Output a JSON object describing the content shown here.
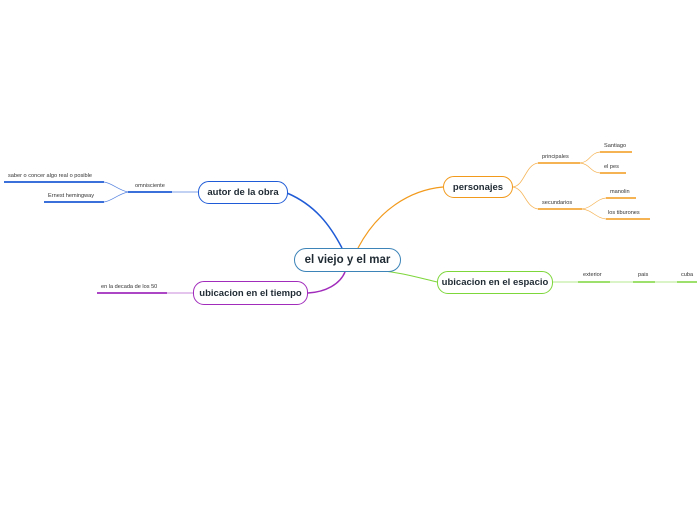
{
  "central": {
    "label": "el viejo y el mar",
    "color": "#3d84b8"
  },
  "topics": {
    "autor": {
      "label": "autor de la obra",
      "color": "#1f5bd6",
      "sub": "omnisciente",
      "leaves": [
        "saber o concer algo real o posible",
        "Ernest  hemingway"
      ]
    },
    "tiempo": {
      "label": "ubicacion en el tiempo",
      "color": "#a12bbb",
      "leaves": [
        "en la decada de los 50"
      ]
    },
    "personajes": {
      "label": "personajes",
      "color": "#f29a1c",
      "groups": [
        {
          "label": "principales",
          "items": [
            "Santiago",
            "el pes"
          ]
        },
        {
          "label": "secundarios",
          "items": [
            "manolin",
            "los tiburones"
          ]
        }
      ]
    },
    "espacio": {
      "label": "ubicacion en el espacio",
      "color": "#7dd63a",
      "leaves": [
        "exterior",
        "pais",
        "cuba"
      ]
    }
  }
}
